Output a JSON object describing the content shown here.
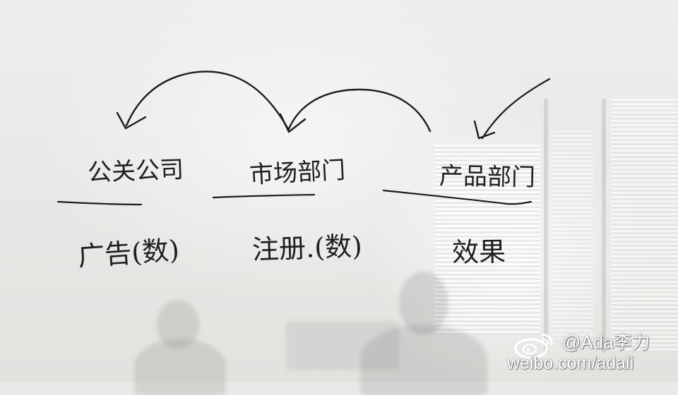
{
  "whiteboard": {
    "columns": [
      {
        "heading": "公关公司",
        "subtext": "广告(数)"
      },
      {
        "heading": "市场部门",
        "subtext": "注册.(数)"
      },
      {
        "heading": "产品部门",
        "subtext": "效果"
      }
    ]
  },
  "watermark": {
    "handle": "@Ada李力",
    "url": "weibo.com/adali",
    "logo_icon": "weibo-logo-icon"
  },
  "colors": {
    "ink": "#1c1c1c",
    "board": "#e9e9e7",
    "watermark_text": "#ffffff"
  }
}
